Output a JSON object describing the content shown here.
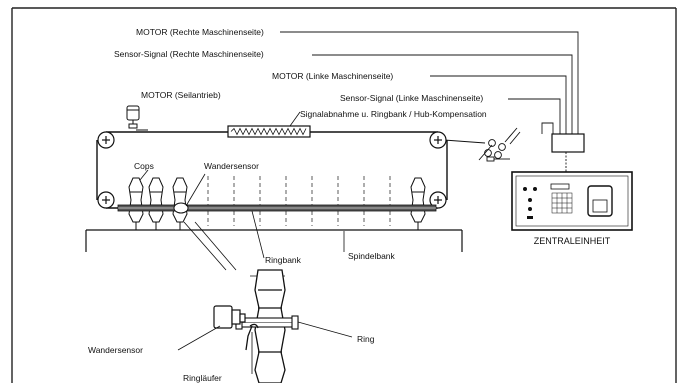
{
  "labels": {
    "motor_right": "MOTOR (Rechte Maschinenseite)",
    "sensor_right": "Sensor-Signal (Rechte Maschinenseite)",
    "motor_left": "MOTOR (Linke Maschinenseite)",
    "motor_rope": "MOTOR (Seilantrieb)",
    "sensor_left": "Sensor-Signal (Linke Maschinenseite)",
    "signal_pickup": "Signalabnahme u. Ringbank / Hub-Kompensation",
    "cops": "Cops",
    "wandersensor_top": "Wandersensor",
    "ringbank": "Ringbank",
    "spindelbank": "Spindelbank",
    "zentraleinheit": "ZENTRALEINHEIT",
    "wandersensor_detail": "Wandersensor",
    "ring": "Ring",
    "ringlaeufer": "Ringläufer"
  },
  "colors": {
    "line": "#1a1a1a",
    "background": "#ffffff"
  }
}
